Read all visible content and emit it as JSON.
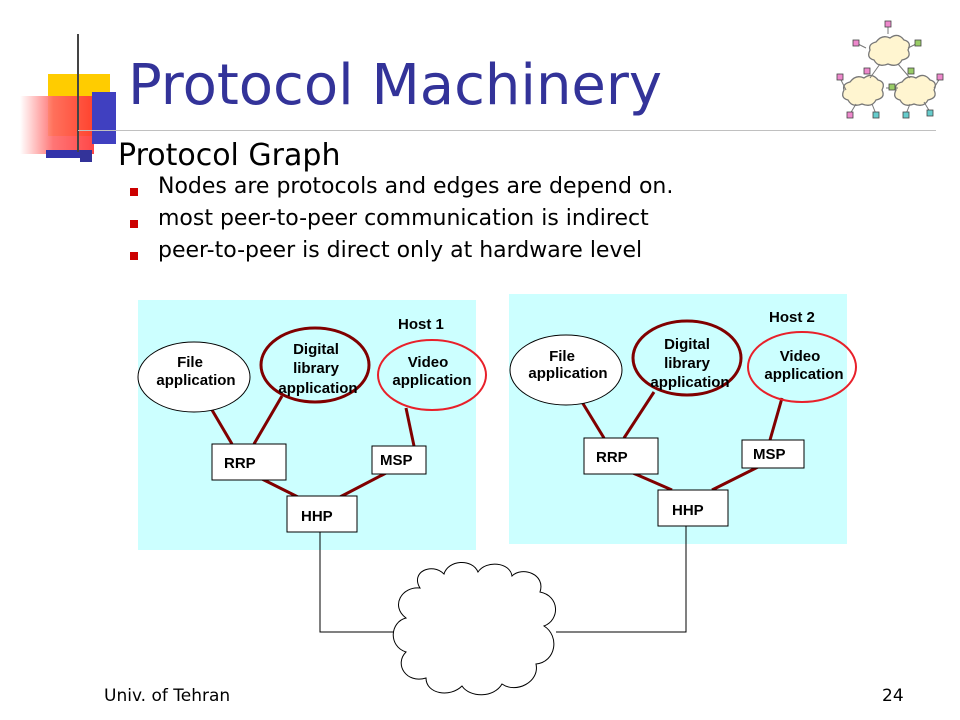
{
  "title": "Protocol Machinery",
  "heading": "Protocol Graph",
  "bullets": [
    "Nodes are protocols and edges are depend on.",
    "most peer-to-peer communication is indirect",
    "peer-to-peer is direct only at hardware level"
  ],
  "diagram": {
    "hosts": [
      {
        "label": "Host 1",
        "apps": {
          "file": [
            "File",
            "application"
          ],
          "digital": [
            "Digital",
            "library",
            "application"
          ],
          "video": [
            "Video",
            "application"
          ]
        },
        "protocols": {
          "rrp": "RRP",
          "msp": "MSP",
          "hhp": "HHP"
        }
      },
      {
        "label": "Host 2",
        "apps": {
          "file": [
            "File",
            "application"
          ],
          "digital": [
            "Digital",
            "library",
            "application"
          ],
          "video": [
            "Video",
            "application"
          ]
        },
        "protocols": {
          "rrp": "RRP",
          "msp": "MSP",
          "hhp": "HHP"
        }
      }
    ]
  },
  "footer": {
    "left": "Univ. of Tehran",
    "page_number": "24"
  },
  "colors": {
    "title": "#333399",
    "host_panel": "#ccffff",
    "edge": "#800000",
    "video_outline": "#e8202a",
    "digital_outline": "#800000",
    "bullet": "#cc0000"
  },
  "icons": {
    "logo": "network-graph-icon",
    "network": "cloud-icon"
  }
}
